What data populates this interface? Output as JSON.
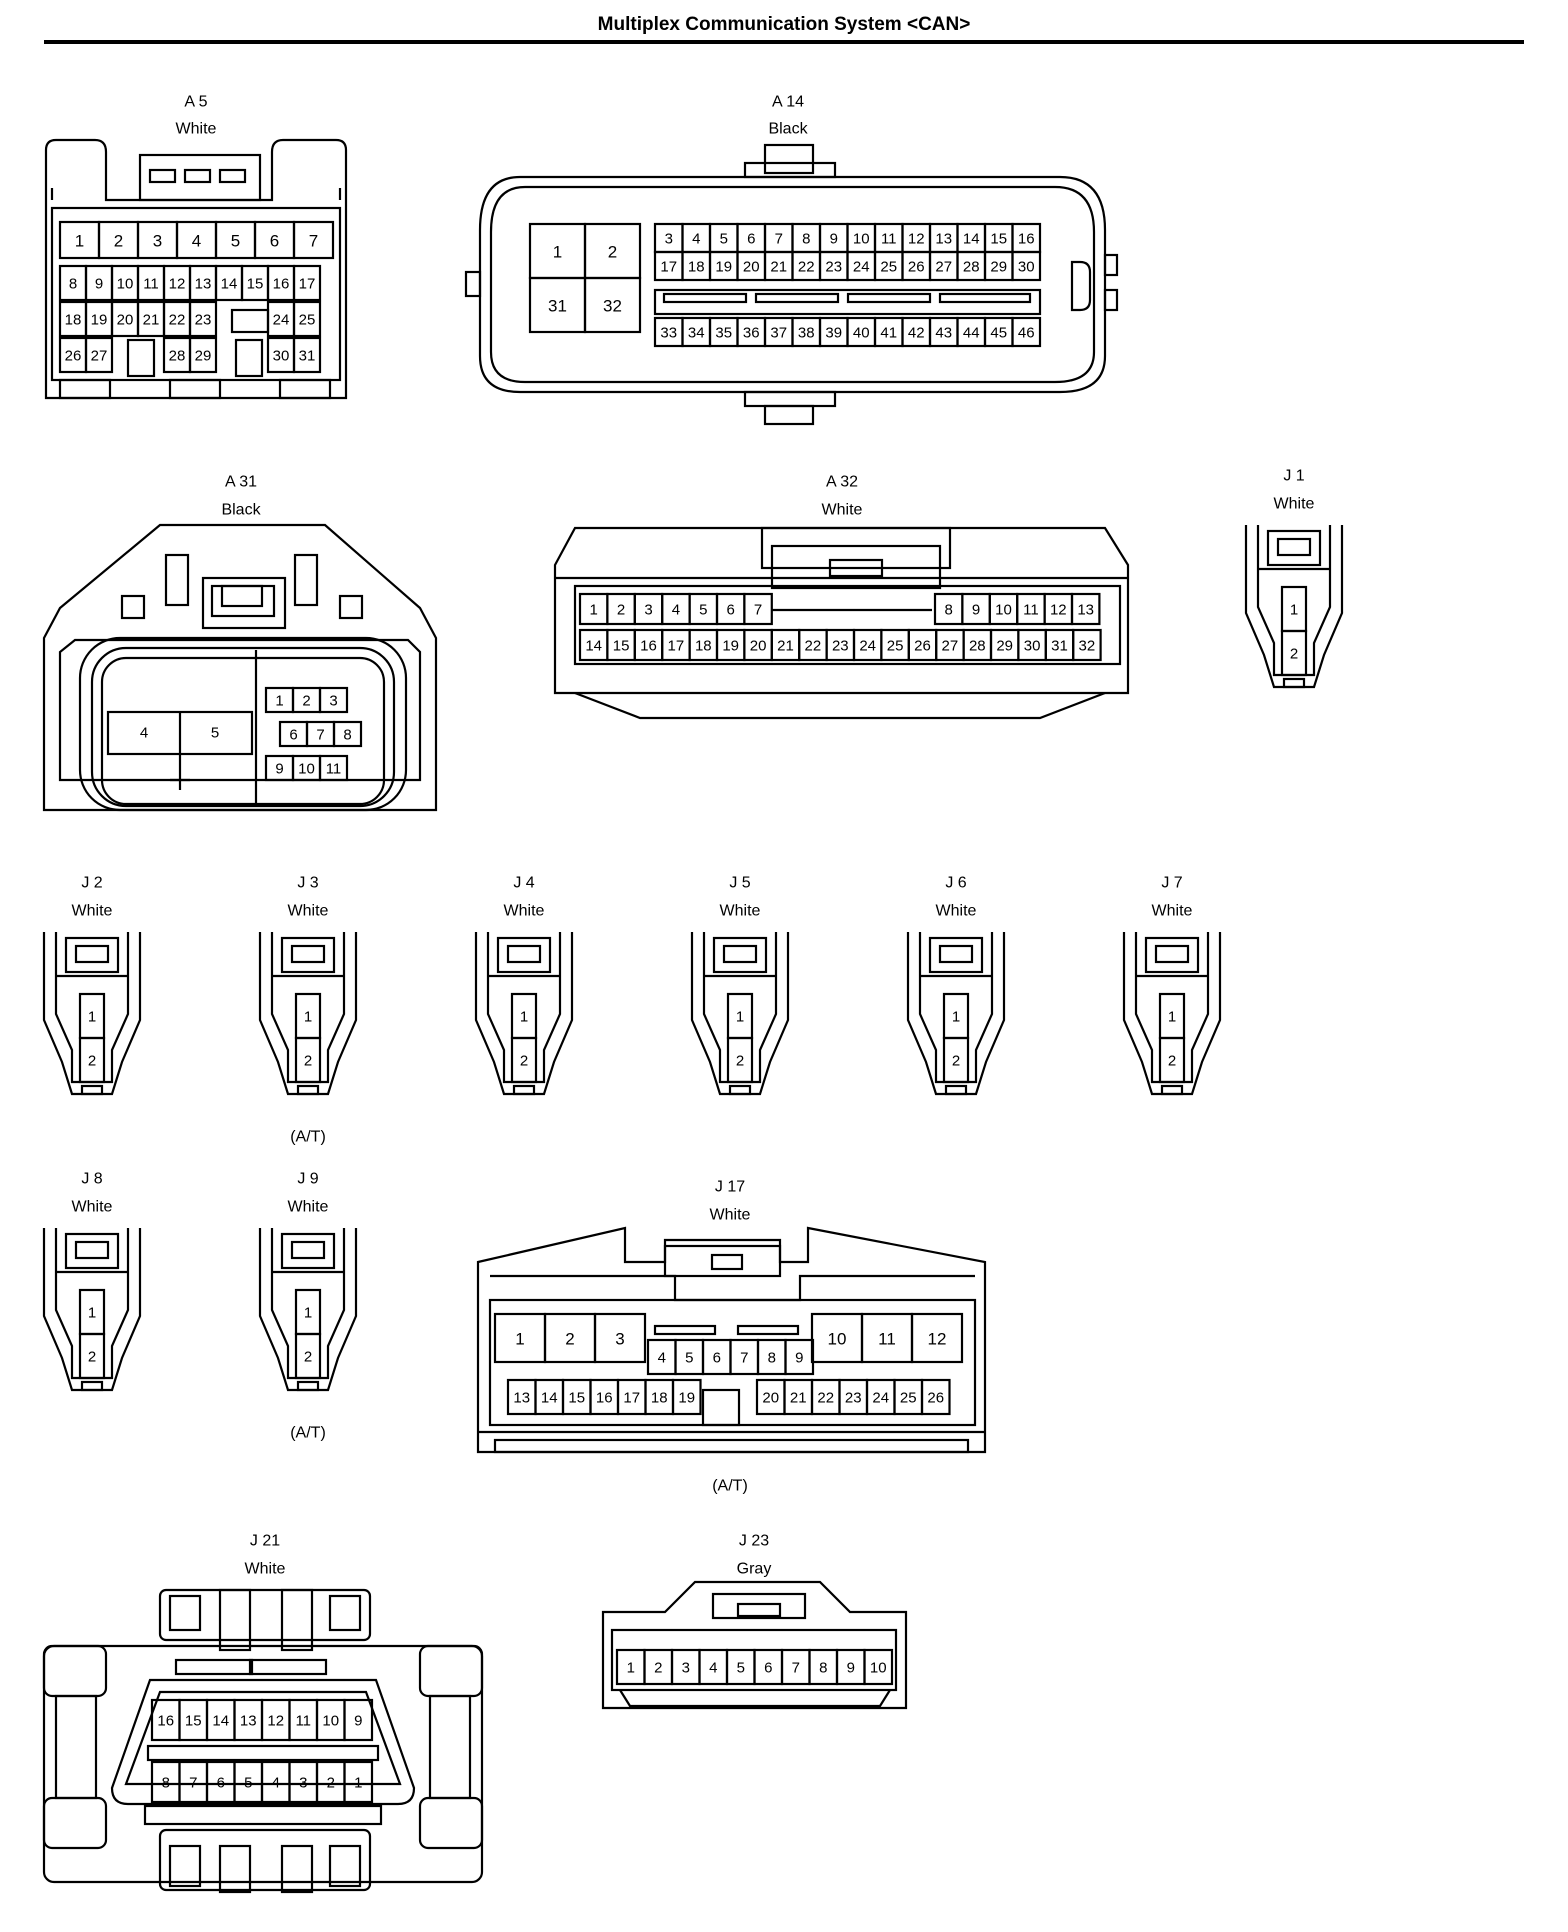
{
  "title": "Multiplex Communication System <CAN>",
  "connectors": [
    {
      "id": "A5",
      "code": "A 5",
      "color": "White",
      "note": ""
    },
    {
      "id": "A14",
      "code": "A 14",
      "color": "Black",
      "note": ""
    },
    {
      "id": "A31",
      "code": "A 31",
      "color": "Black",
      "note": ""
    },
    {
      "id": "A32",
      "code": "A 32",
      "color": "White",
      "note": ""
    },
    {
      "id": "J1",
      "code": "J 1",
      "color": "White",
      "note": ""
    },
    {
      "id": "J2",
      "code": "J 2",
      "color": "White",
      "note": ""
    },
    {
      "id": "J3",
      "code": "J 3",
      "color": "White",
      "note": "(A/T)"
    },
    {
      "id": "J4",
      "code": "J 4",
      "color": "White",
      "note": ""
    },
    {
      "id": "J5",
      "code": "J 5",
      "color": "White",
      "note": ""
    },
    {
      "id": "J6",
      "code": "J 6",
      "color": "White",
      "note": ""
    },
    {
      "id": "J7",
      "code": "J 7",
      "color": "White",
      "note": ""
    },
    {
      "id": "J8",
      "code": "J 8",
      "color": "White",
      "note": ""
    },
    {
      "id": "J9",
      "code": "J 9",
      "color": "White",
      "note": "(A/T)"
    },
    {
      "id": "J17",
      "code": "J 17",
      "color": "White",
      "note": "(A/T)"
    },
    {
      "id": "J21",
      "code": "J 21",
      "color": "White",
      "note": ""
    },
    {
      "id": "J23",
      "code": "J 23",
      "color": "Gray",
      "note": ""
    }
  ]
}
